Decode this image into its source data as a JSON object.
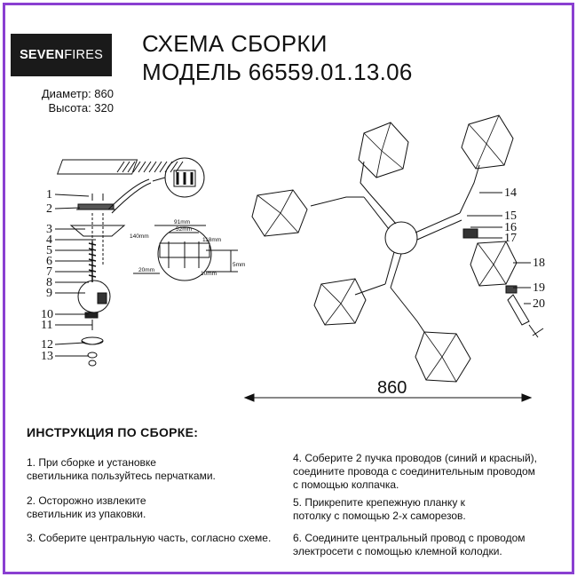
{
  "brand": {
    "name_bold": "SEVEN",
    "name_regular": "FIRES"
  },
  "header": {
    "title_line1": "СХЕМА СБОРКИ",
    "title_line2": "МОДЕЛЬ 66559.01.13.06"
  },
  "specs": {
    "diameter": "Диаметр: 860",
    "height": "Высота: 320"
  },
  "callouts": [
    "1",
    "2",
    "3",
    "4",
    "5",
    "6",
    "7",
    "8",
    "9",
    "10",
    "11",
    "12",
    "13",
    "14",
    "15",
    "16",
    "17",
    "18",
    "19",
    "20"
  ],
  "detail_dims": {
    "d1": "91mm",
    "d2": "52mm",
    "d3": "118mm",
    "d4": "140mm",
    "d5": "20mm",
    "d6": "10mm",
    "d7": "5mm"
  },
  "overall_dim": "860",
  "instructions": {
    "title": "ИНСТРУКЦИЯ ПО СБОРКЕ:",
    "steps": [
      "1. При сборке и установке\nсветильника пользуйтесь перчатками.",
      "2. Осторожно извлеките\nсветильник из упаковки.",
      "3. Соберите центральную часть, согласно схеме.",
      "4. Соберите 2 пучка проводов (синий и красный),\nсоедините провода с соединительным проводом\nс помощью колпачка.",
      "5. Прикрепите крепежную планку к\nпотолку с помощью 2-х саморезов.",
      "6. Соедините центральный провод с проводом\nэлектросети с помощью клемной колодки."
    ]
  },
  "colors": {
    "frame": "#8a3fd1",
    "logo_bg": "#1a1a1a",
    "ink": "#111111"
  }
}
